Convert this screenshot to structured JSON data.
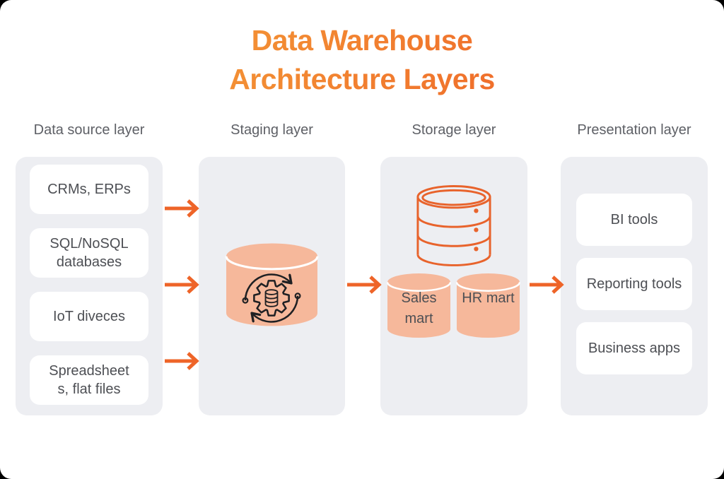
{
  "title": {
    "line1": "Data Warehouse",
    "line2": "Architecture Layers"
  },
  "colors": {
    "title_gradient_start": "#F5A43A",
    "title_gradient_end": "#EE5D26",
    "arrow_orange": "#EE6428",
    "column_background": "#EDEEF2",
    "card_background": "#FFFFFF",
    "cylinder_fill": "#F6B89B",
    "cylinder_rim_white": "#FFFFFF",
    "database_icon_stroke": "#E8632C",
    "etl_icon_stroke": "#1F2023",
    "label_text": "#4D4F54",
    "header_text": "#5E6066"
  },
  "layers": [
    {
      "header": "Data source layer",
      "items": [
        "CRMs, ERPs",
        "SQL/NoSQL databases",
        "IoT diveces",
        "Spreadsheets, flat files"
      ]
    },
    {
      "header": "Staging layer",
      "icon": "etl-process-icon"
    },
    {
      "header": "Storage layer",
      "icon": "database-stack-icon",
      "marts": [
        "Sales mart",
        "HR mart"
      ]
    },
    {
      "header": "Presentation layer",
      "items": [
        "BI tools",
        "Reporting tools",
        "Business apps"
      ]
    }
  ]
}
